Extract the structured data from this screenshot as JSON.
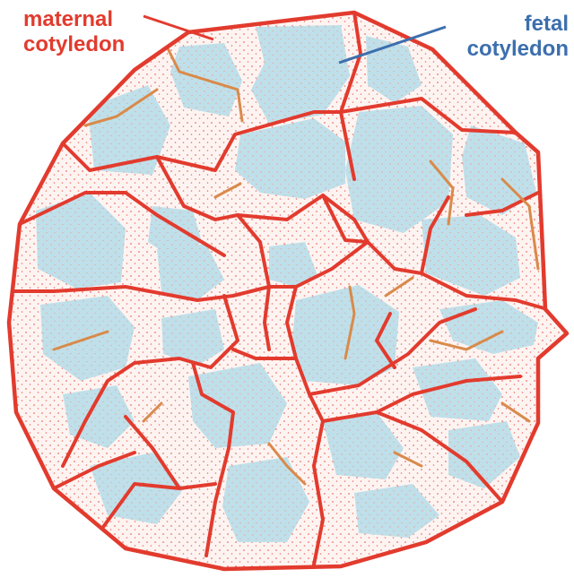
{
  "labels": {
    "maternal": [
      "maternal",
      "cotyledon"
    ],
    "fetal": [
      "fetal",
      "cotyledon"
    ]
  },
  "colors": {
    "maternal": "#e23b2e",
    "fetal_label": "#3c6fae",
    "fetal_fill": "#bfe0ea",
    "septa_secondary": "#d98a4a",
    "background": "#ffffff",
    "tissue_fill": "#fdf3f1"
  }
}
